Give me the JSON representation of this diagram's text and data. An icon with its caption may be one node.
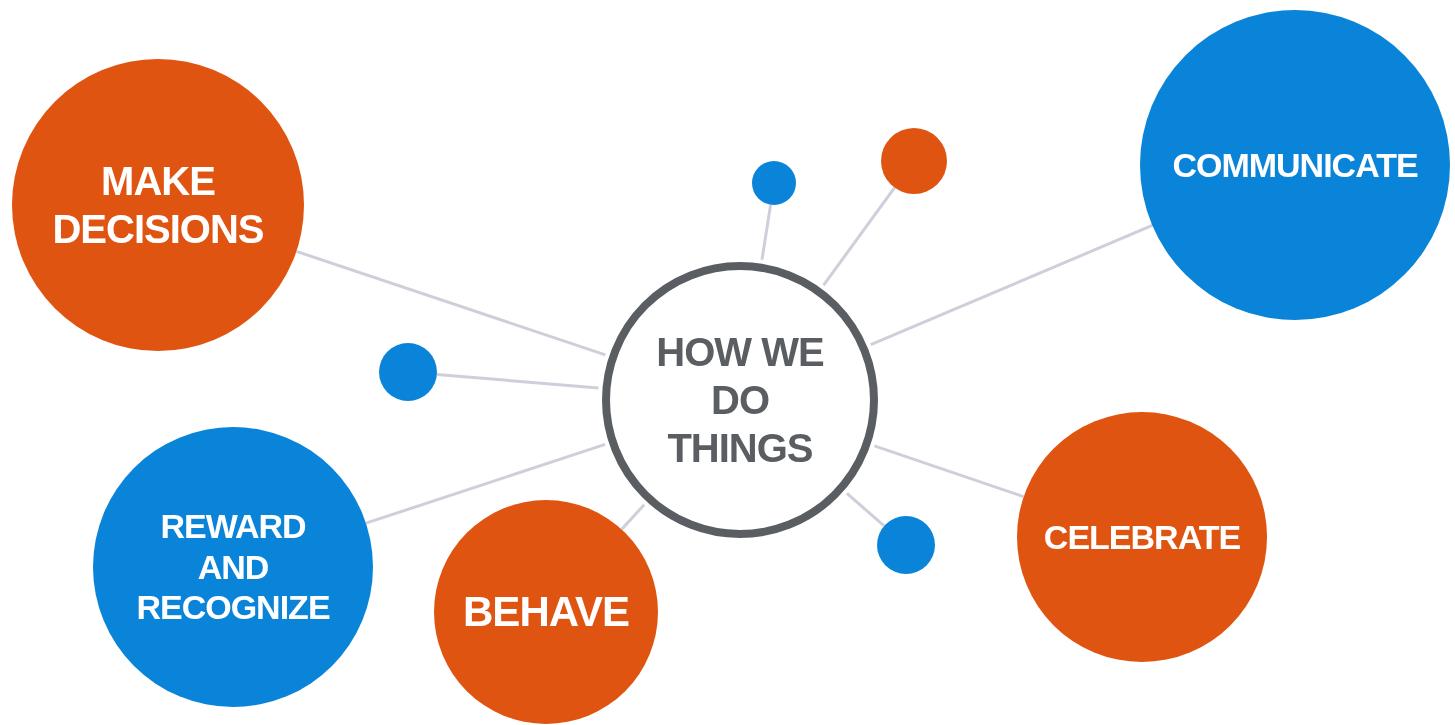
{
  "diagram": {
    "nodes": [
      {
        "text": [
          "MAKE DECISIONS"
        ]
      },
      {
        "text": [],
        "shape": "circle"
      },
      {
        "text": [],
        "shape": "circle"
      },
      {
        "text": [
          "COMMUNICATE"
        ]
      },
      {
        "text": [
          "HOW WE DO THINGS"
        ]
      },
      {
        "text": [],
        "shape": "circle"
      },
      {
        "text": [
          "REWARD AND RECOGNIZE"
        ]
      },
      {
        "text": [
          "BEHAVE"
        ]
      },
      {
        "text": [],
        "shape": "circle"
      },
      {
        "text": [
          "CELEBRATE"
        ]
      }
    ],
    "edges": [
      {
        "from": 4,
        "to": 0,
        "arrow": "none"
      },
      {
        "from": 4,
        "to": 1,
        "arrow": "none"
      },
      {
        "from": 4,
        "to": 2,
        "arrow": "none"
      },
      {
        "from": 4,
        "to": 3,
        "arrow": "none"
      },
      {
        "from": 4,
        "to": 5,
        "arrow": "none"
      },
      {
        "from": 4,
        "to": 6,
        "arrow": "none"
      },
      {
        "from": 4,
        "to": 7,
        "arrow": "none"
      },
      {
        "from": 4,
        "to": 8,
        "arrow": "none"
      },
      {
        "from": 4,
        "to": 9,
        "arrow": "none"
      }
    ]
  }
}
